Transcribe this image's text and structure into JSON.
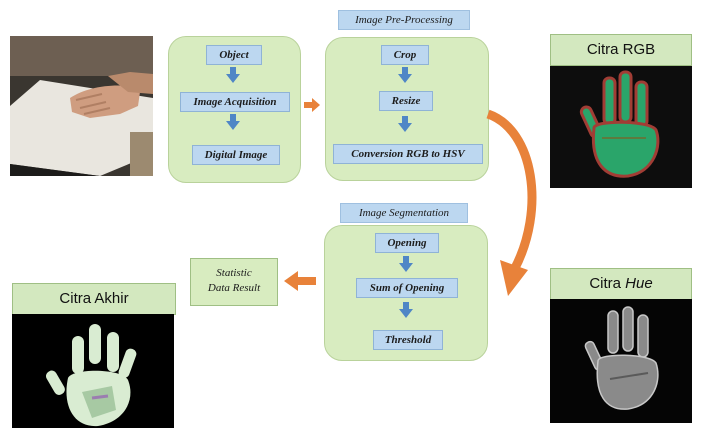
{
  "acquisition_panel": {
    "steps": [
      "Object",
      "Image Acquisition",
      "Digital Image"
    ]
  },
  "preprocessing_panel": {
    "title": "Image Pre-Processing",
    "steps": [
      "Crop",
      "Resize",
      "Conversion RGB to HSV"
    ]
  },
  "segmentation_panel": {
    "title": "Image Segmentation",
    "steps": [
      "Opening",
      "Sum of Opening",
      "Threshold"
    ]
  },
  "result_box": {
    "line1": "Statistic",
    "line2": "Data Result"
  },
  "images": {
    "rgb_label": "Citra RGB",
    "hue_label_prefix": "Citra",
    "hue_label_italic": "Hue",
    "final_label": "Citra Akhir"
  },
  "colors": {
    "panel_green": "#d8ecc0",
    "step_blue": "#bcd7f0",
    "arrow_blue": "#4f86c6",
    "arrow_orange": "#e8823a"
  }
}
